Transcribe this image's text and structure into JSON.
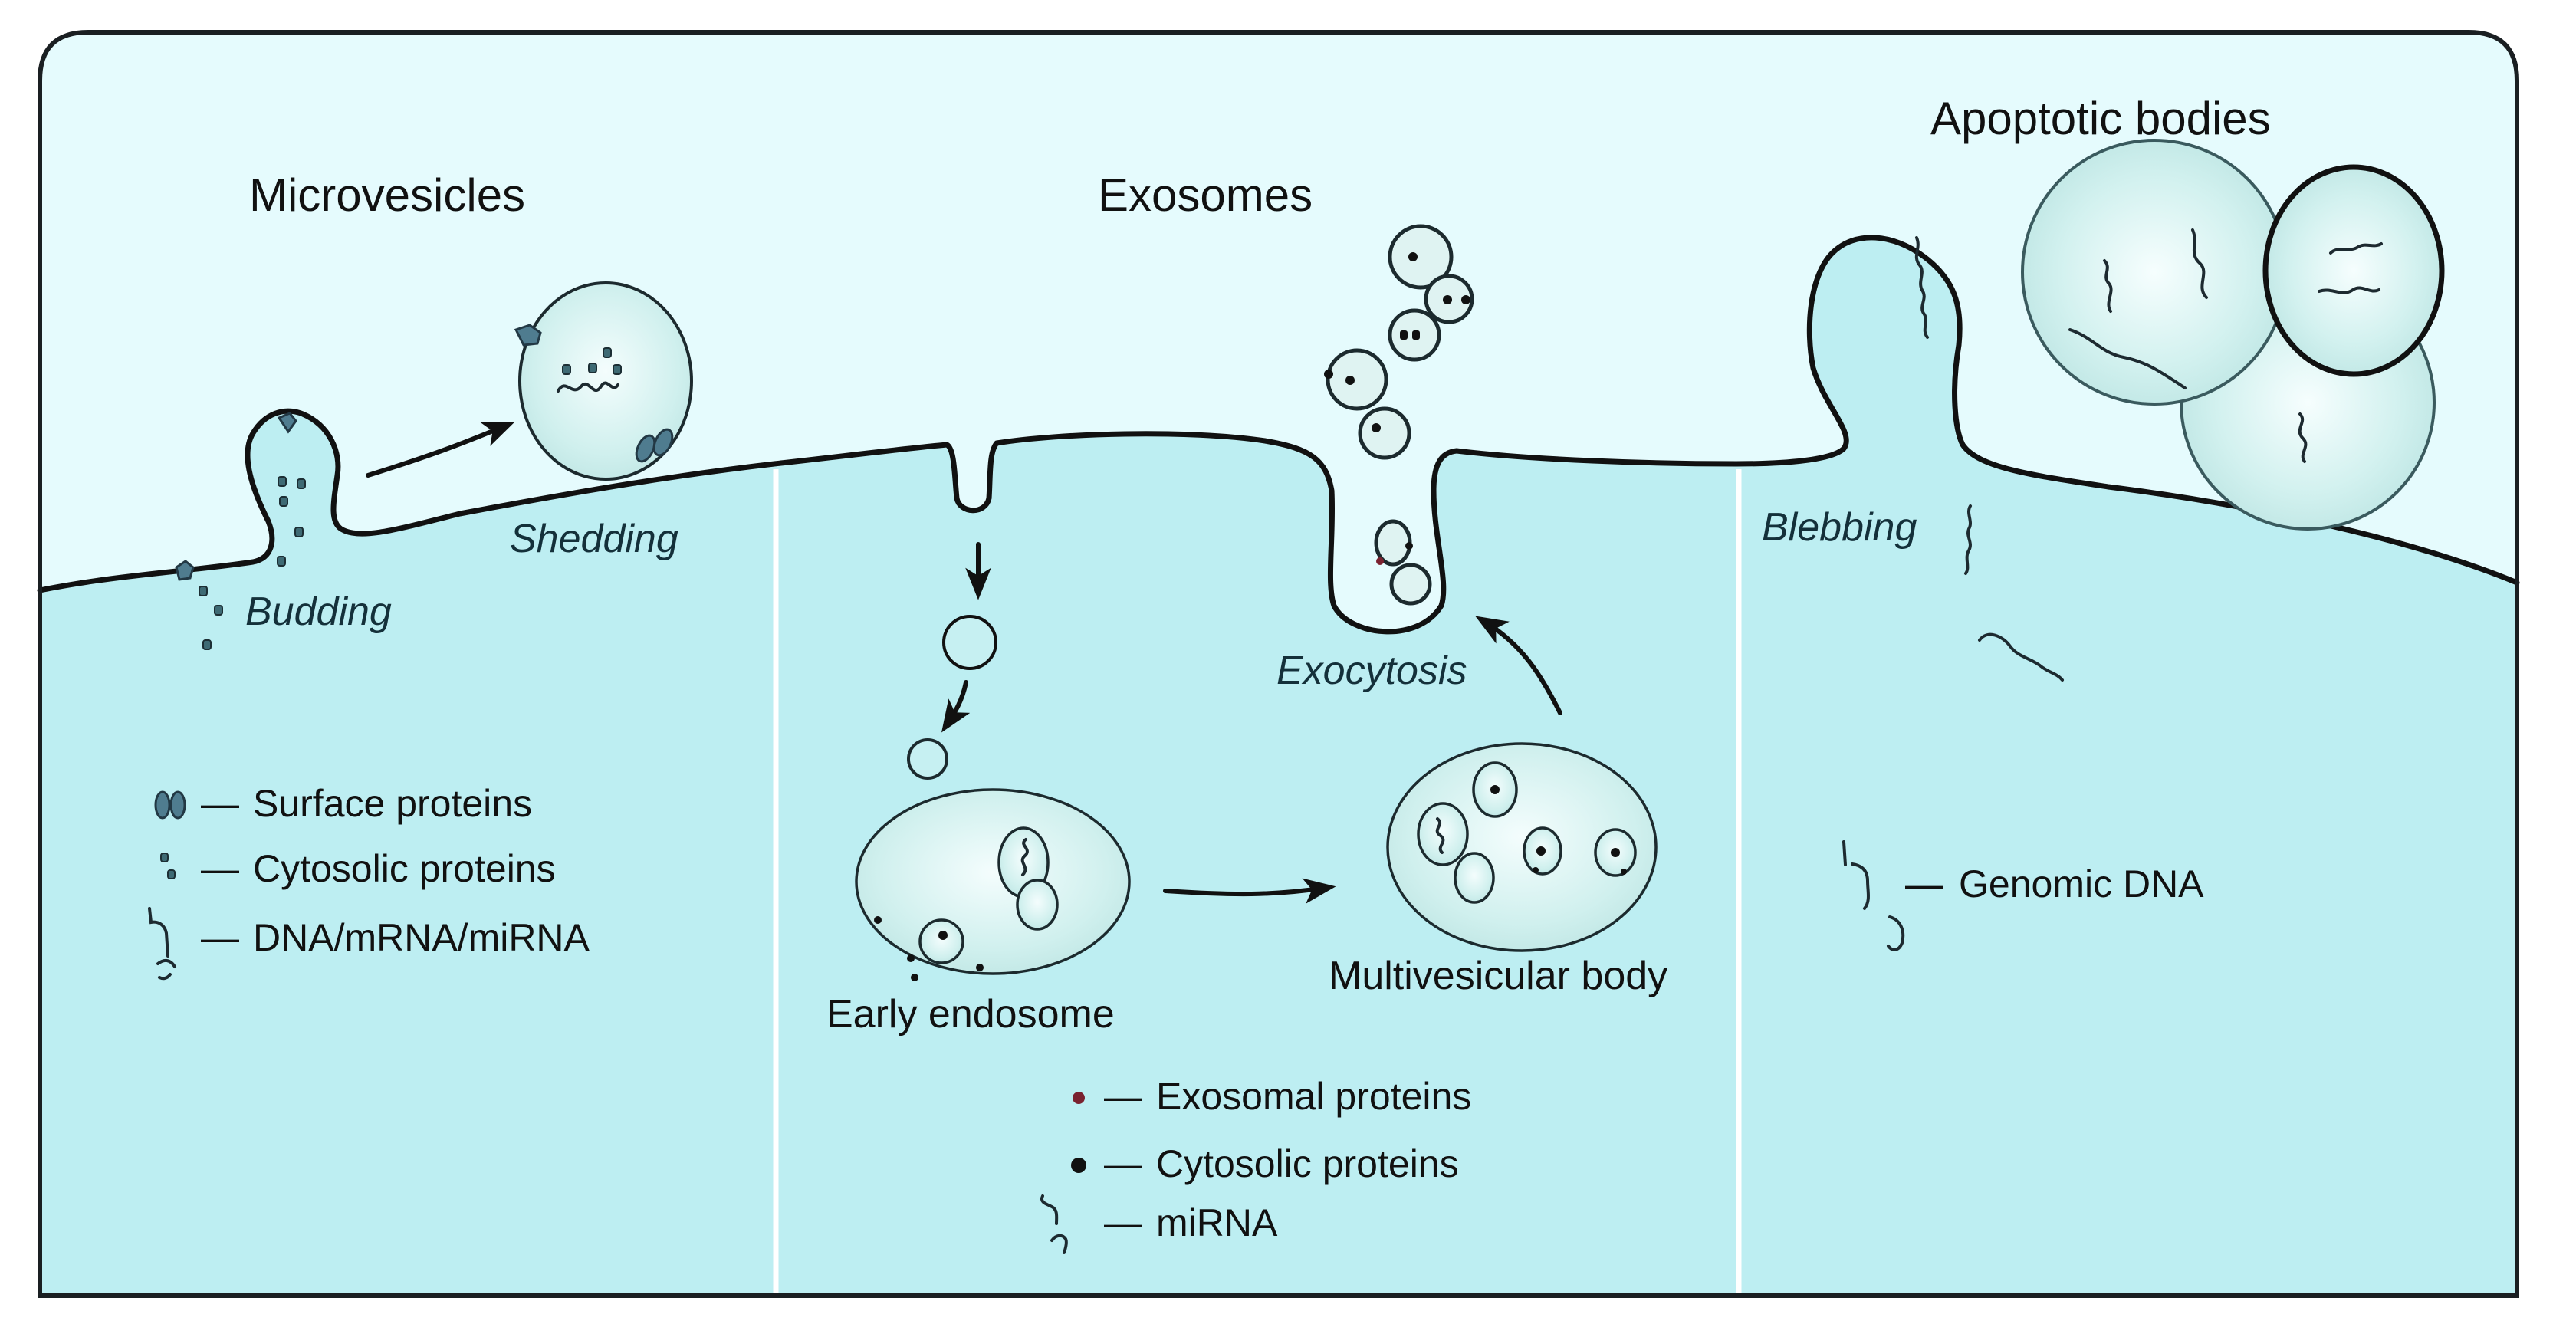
{
  "figure": {
    "sections": [
      {
        "id": "microvesicles",
        "title": "Microvesicles",
        "process_labels": [
          "Budding",
          "Shedding"
        ],
        "legend": [
          {
            "icon": "surface-protein-icon",
            "label": "Surface proteins"
          },
          {
            "icon": "cytosolic-protein-icon",
            "label": "Cytosolic proteins"
          },
          {
            "icon": "nucleic-acid-icon",
            "label": "DNA/mRNA/miRNA"
          }
        ]
      },
      {
        "id": "exosomes",
        "title": "Exosomes",
        "process_labels": [
          "Exocytosis"
        ],
        "structure_labels": [
          "Early endosome",
          "Multivesicular body"
        ],
        "legend": [
          {
            "icon": "exosomal-protein-icon",
            "label": "Exosomal proteins"
          },
          {
            "icon": "cytosolic-protein-icon",
            "label": "Cytosolic proteins"
          },
          {
            "icon": "mirna-icon",
            "label": "miRNA"
          }
        ]
      },
      {
        "id": "apoptotic-bodies",
        "title": "Apoptotic bodies",
        "process_labels": [
          "Blebbing"
        ],
        "legend": [
          {
            "icon": "genomic-dna-icon",
            "label": "Genomic DNA"
          }
        ]
      }
    ],
    "legend_separator": "—",
    "colors": {
      "extracellular": "#e5fbfd",
      "cytoplasm": "#bdeef2",
      "membrane": "#111111",
      "exosomal_protein": "#7a2230",
      "cytosolic_protein": "#111111",
      "surface_protein": "#4f7c8f"
    }
  }
}
